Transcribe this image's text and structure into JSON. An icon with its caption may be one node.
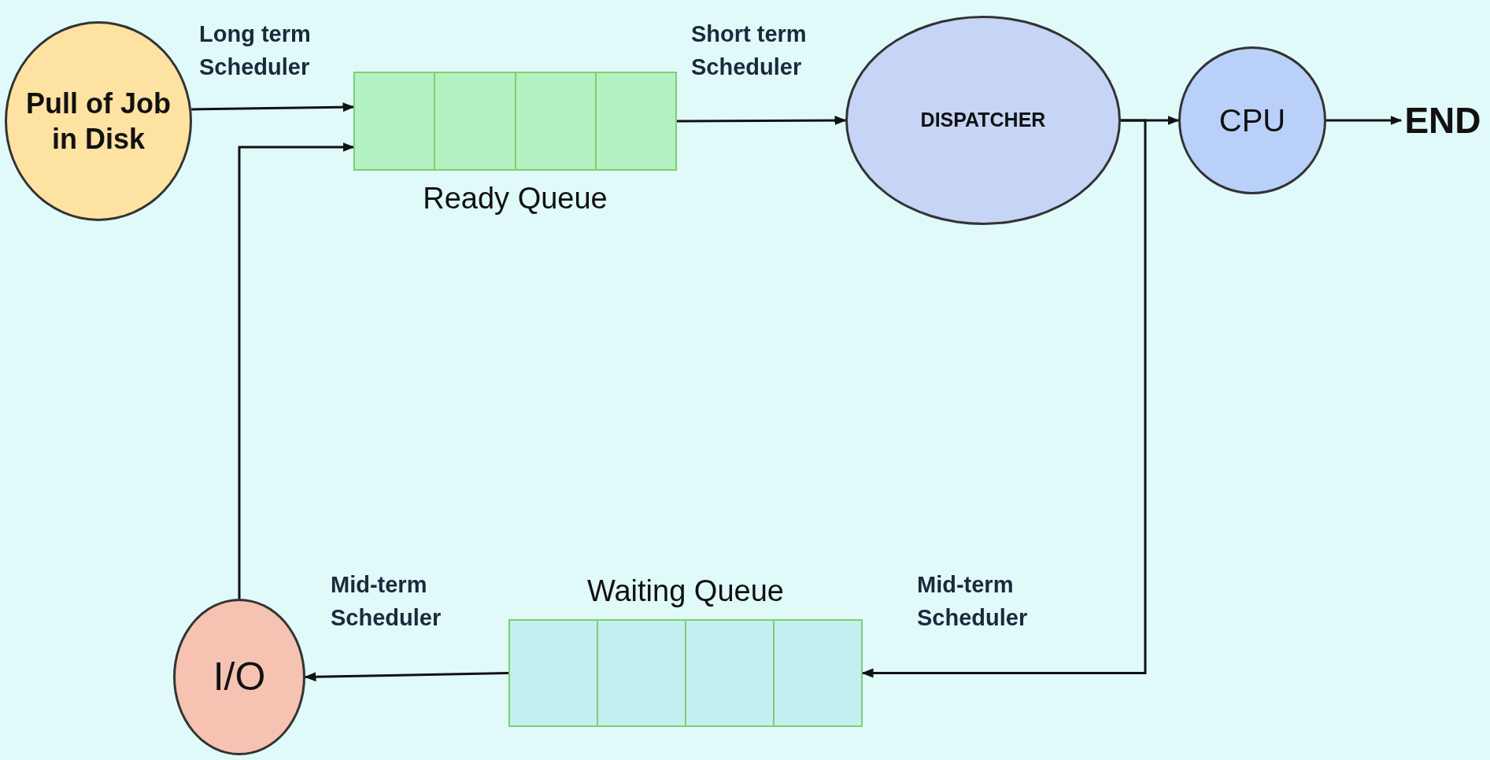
{
  "diagram": {
    "nodes": [
      {
        "text": [
          "Pull of Job in Disk"
        ]
      },
      {
        "text": [
          "Ready Queue"
        ]
      },
      {
        "text": [
          "DISPATCHER"
        ]
      },
      {
        "text": [
          "CPU"
        ]
      },
      {
        "text": [
          "END"
        ]
      },
      {
        "text": [
          "Waiting Queue"
        ]
      },
      {
        "text": [
          "I/O"
        ]
      }
    ],
    "edges": [
      {
        "from": 0,
        "to": 1,
        "arrow": "to",
        "label": "Long term Scheduler"
      },
      {
        "from": 1,
        "to": 2,
        "arrow": "to",
        "label": "Short term Scheduler"
      },
      {
        "from": 2,
        "to": 3,
        "arrow": "to"
      },
      {
        "from": 3,
        "to": 4,
        "arrow": "to"
      },
      {
        "from": 2,
        "to": 5,
        "arrow": "to",
        "label": "Mid-term Scheduler"
      },
      {
        "from": 5,
        "to": 6,
        "arrow": "to",
        "label": "Mid-term Scheduler"
      },
      {
        "from": 6,
        "to": 1,
        "arrow": "to"
      }
    ]
  }
}
